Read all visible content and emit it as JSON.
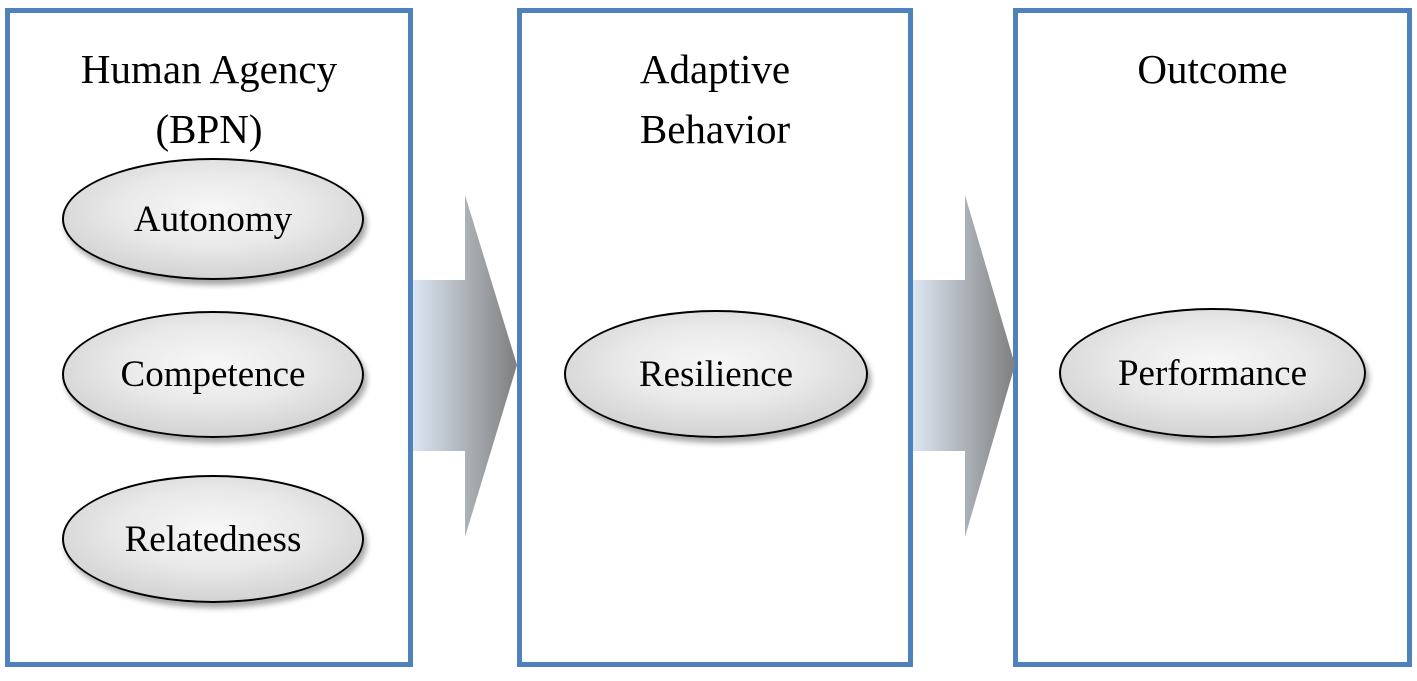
{
  "panels": {
    "agency": {
      "title_line1": "Human Agency",
      "title_line2": "(BPN)",
      "items": [
        "Autonomy",
        "Competence",
        "Relatedness"
      ]
    },
    "adaptive": {
      "title_line1": "Adaptive",
      "title_line2": "Behavior",
      "items": [
        "Resilience"
      ]
    },
    "outcome": {
      "title_line1": "Outcome",
      "items": [
        "Performance"
      ]
    }
  },
  "colors": {
    "panel_border": "#4f81bd",
    "arrow_light": "#dce6f2",
    "arrow_dark": "#7f7f7f",
    "ellipse_fill": "#e9e9e9",
    "ellipse_stroke": "#000000"
  }
}
